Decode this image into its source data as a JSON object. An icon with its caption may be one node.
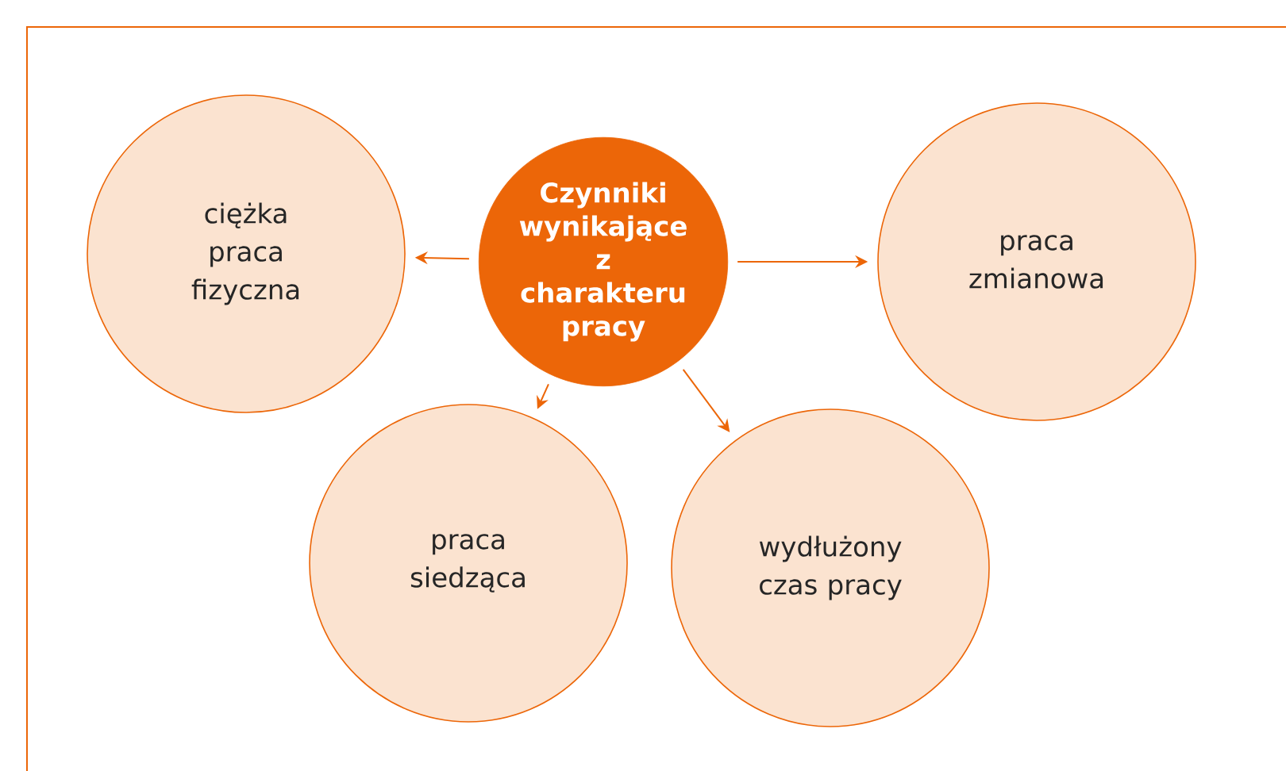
{
  "diagram": {
    "nodes": [
      {
        "text": [
          "Czynniki wynikające z charakteru pracy"
        ]
      },
      {
        "text": [
          "ciężka praca fizyczna"
        ]
      },
      {
        "text": [
          "praca zmianowa"
        ]
      },
      {
        "text": [
          "praca siedząca"
        ]
      },
      {
        "text": [
          "wydłużony czas pracy"
        ]
      }
    ],
    "edges": [
      {
        "from": 0,
        "to": 1,
        "arrow": "to"
      },
      {
        "from": 0,
        "to": 2,
        "arrow": "to"
      },
      {
        "from": 0,
        "to": 3,
        "arrow": "to"
      },
      {
        "from": 0,
        "to": 4,
        "arrow": "to"
      }
    ]
  }
}
